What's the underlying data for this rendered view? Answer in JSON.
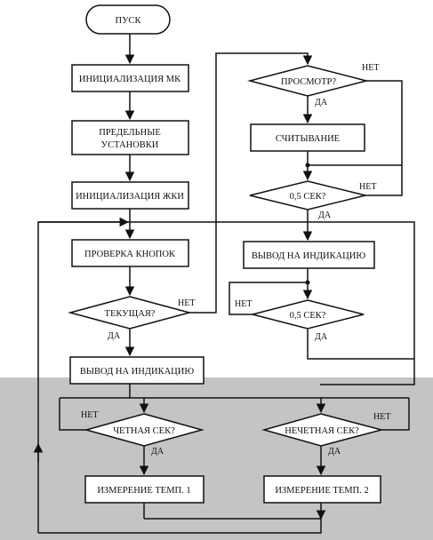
{
  "nodes": {
    "start": "ПУСК",
    "init_mk": "ИНИЦИАЛИЗАЦИЯ МК",
    "limits_line1": "ПРЕДЕЛЬНЫЕ",
    "limits_line2": "УСТАНОВКИ",
    "init_lcd": "ИНИЦИАЛИЗАЦИЯ ЖКИ",
    "check_buttons": "ПРОВЕРКА КНОПОК",
    "current_q": "ТЕКУЩАЯ?",
    "output_left": "ВЫВОД НА ИНДИКАЦИЮ",
    "even_q": "ЧЕТНАЯ СЕК?",
    "odd_q": "НЕЧЕТНАЯ СЕК?",
    "measure1": "ИЗМЕРЕНИЕ ТЕМП. 1",
    "measure2": "ИЗМЕРЕНИЕ ТЕМП. 2",
    "view_q": "ПРОСМОТР?",
    "read": "СЧИТЫВАНИЕ",
    "half_sec_q1": "0,5 СЕК?",
    "output_right": "ВЫВОД НА ИНДИКАЦИЮ",
    "half_sec_q2": "0,5 СЕК?"
  },
  "edges": {
    "yes": "ДА",
    "no": "НЕТ"
  },
  "colors": {
    "ink": "#111111",
    "band": "#c4c4c4",
    "paper": "#ffffff"
  }
}
